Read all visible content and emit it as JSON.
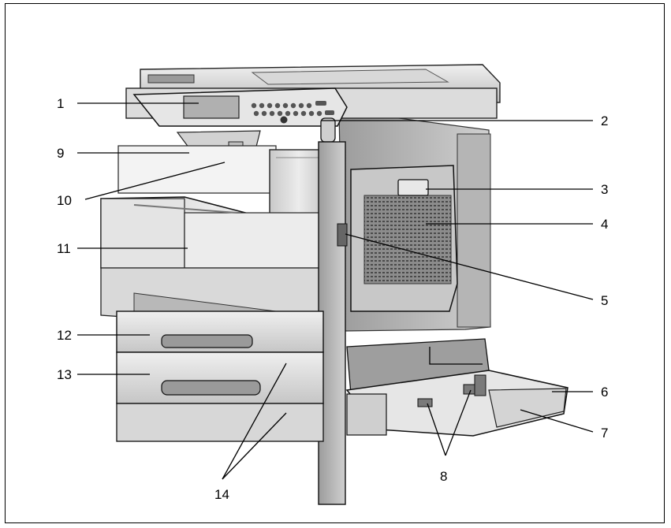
{
  "callouts": [
    {
      "id": "c1",
      "label": "1"
    },
    {
      "id": "c2",
      "label": "2"
    },
    {
      "id": "c3",
      "label": "3"
    },
    {
      "id": "c4",
      "label": "4"
    },
    {
      "id": "c5",
      "label": "5"
    },
    {
      "id": "c6",
      "label": "6"
    },
    {
      "id": "c7",
      "label": "7"
    },
    {
      "id": "c8",
      "label": "8"
    },
    {
      "id": "c9",
      "label": "9"
    },
    {
      "id": "c10",
      "label": "10"
    },
    {
      "id": "c11",
      "label": "11"
    },
    {
      "id": "c12",
      "label": "12"
    },
    {
      "id": "c13",
      "label": "13"
    },
    {
      "id": "c14",
      "label": "14"
    }
  ],
  "colors": {
    "body_light": "#e2e2e2",
    "body_mid": "#bdbdbd",
    "body_dark": "#7a7a7a",
    "shadow": "#3a3a3a",
    "ink": "#000000"
  }
}
